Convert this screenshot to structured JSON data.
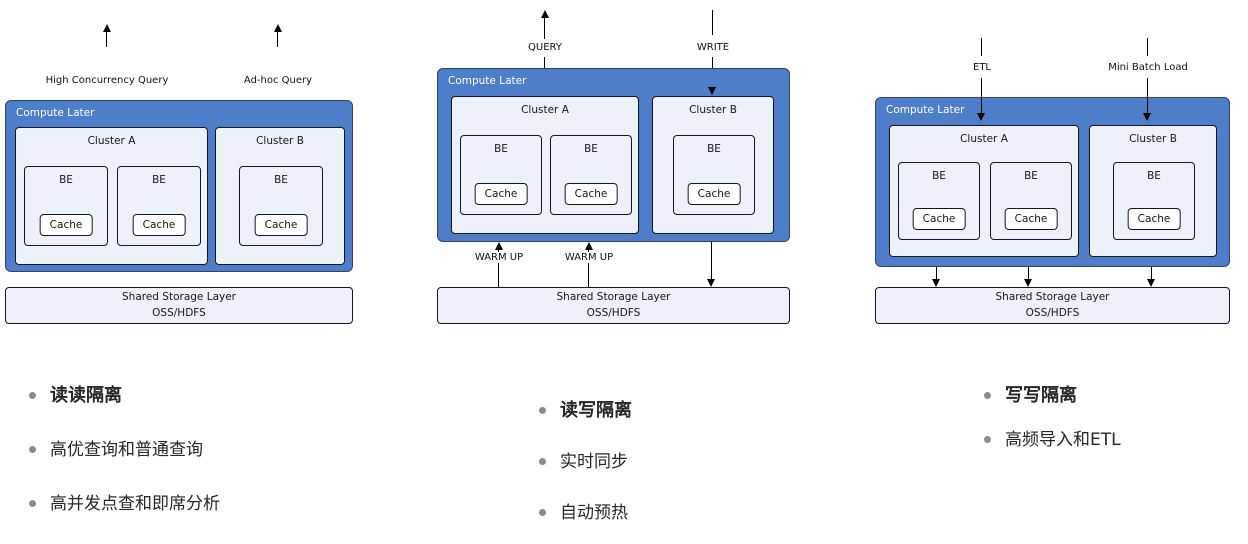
{
  "colors": {
    "compute-fill": "#4e7dc9",
    "panel-fill": "#edf1fa",
    "line": "#15151e",
    "arrow": "#000000",
    "bullet-dot": "#8b8b8b"
  },
  "diagrams": [
    {
      "compute_label": "Compute Later",
      "top_labels": [
        "High Concurrency Query",
        "Ad-hoc Query"
      ],
      "clusters": [
        {
          "label": "Cluster A",
          "nodes": [
            {
              "be": "BE",
              "cache": "Cache"
            },
            {
              "be": "BE",
              "cache": "Cache"
            }
          ]
        },
        {
          "label": "Cluster B",
          "nodes": [
            {
              "be": "BE",
              "cache": "Cache"
            }
          ]
        }
      ],
      "storage": {
        "line1": "Shared Storage Layer",
        "line2": "OSS/HDFS"
      },
      "bullets": [
        "读读隔离",
        "高优查询和普通查询",
        "高并发点查和即席分析"
      ]
    },
    {
      "compute_label": "Compute Later",
      "top_labels": [
        "QUERY",
        "WRITE"
      ],
      "warm_up_labels": [
        "WARM UP",
        "WARM UP"
      ],
      "clusters": [
        {
          "label": "Cluster A",
          "nodes": [
            {
              "be": "BE",
              "cache": "Cache"
            },
            {
              "be": "BE",
              "cache": "Cache"
            }
          ]
        },
        {
          "label": "Cluster B",
          "nodes": [
            {
              "be": "BE",
              "cache": "Cache"
            }
          ]
        }
      ],
      "storage": {
        "line1": "Shared Storage Layer",
        "line2": "OSS/HDFS"
      },
      "bullets": [
        "读写隔离",
        "实时同步",
        "自动预热"
      ]
    },
    {
      "compute_label": "Compute Later",
      "top_labels": [
        "ETL",
        "Mini Batch Load"
      ],
      "clusters": [
        {
          "label": "Cluster A",
          "nodes": [
            {
              "be": "BE",
              "cache": "Cache"
            },
            {
              "be": "BE",
              "cache": "Cache"
            }
          ]
        },
        {
          "label": "Cluster B",
          "nodes": [
            {
              "be": "BE",
              "cache": "Cache"
            }
          ]
        }
      ],
      "storage": {
        "line1": "Shared Storage Layer",
        "line2": "OSS/HDFS"
      },
      "bullets": [
        "写写隔离",
        "高频导入和ETL"
      ]
    }
  ]
}
